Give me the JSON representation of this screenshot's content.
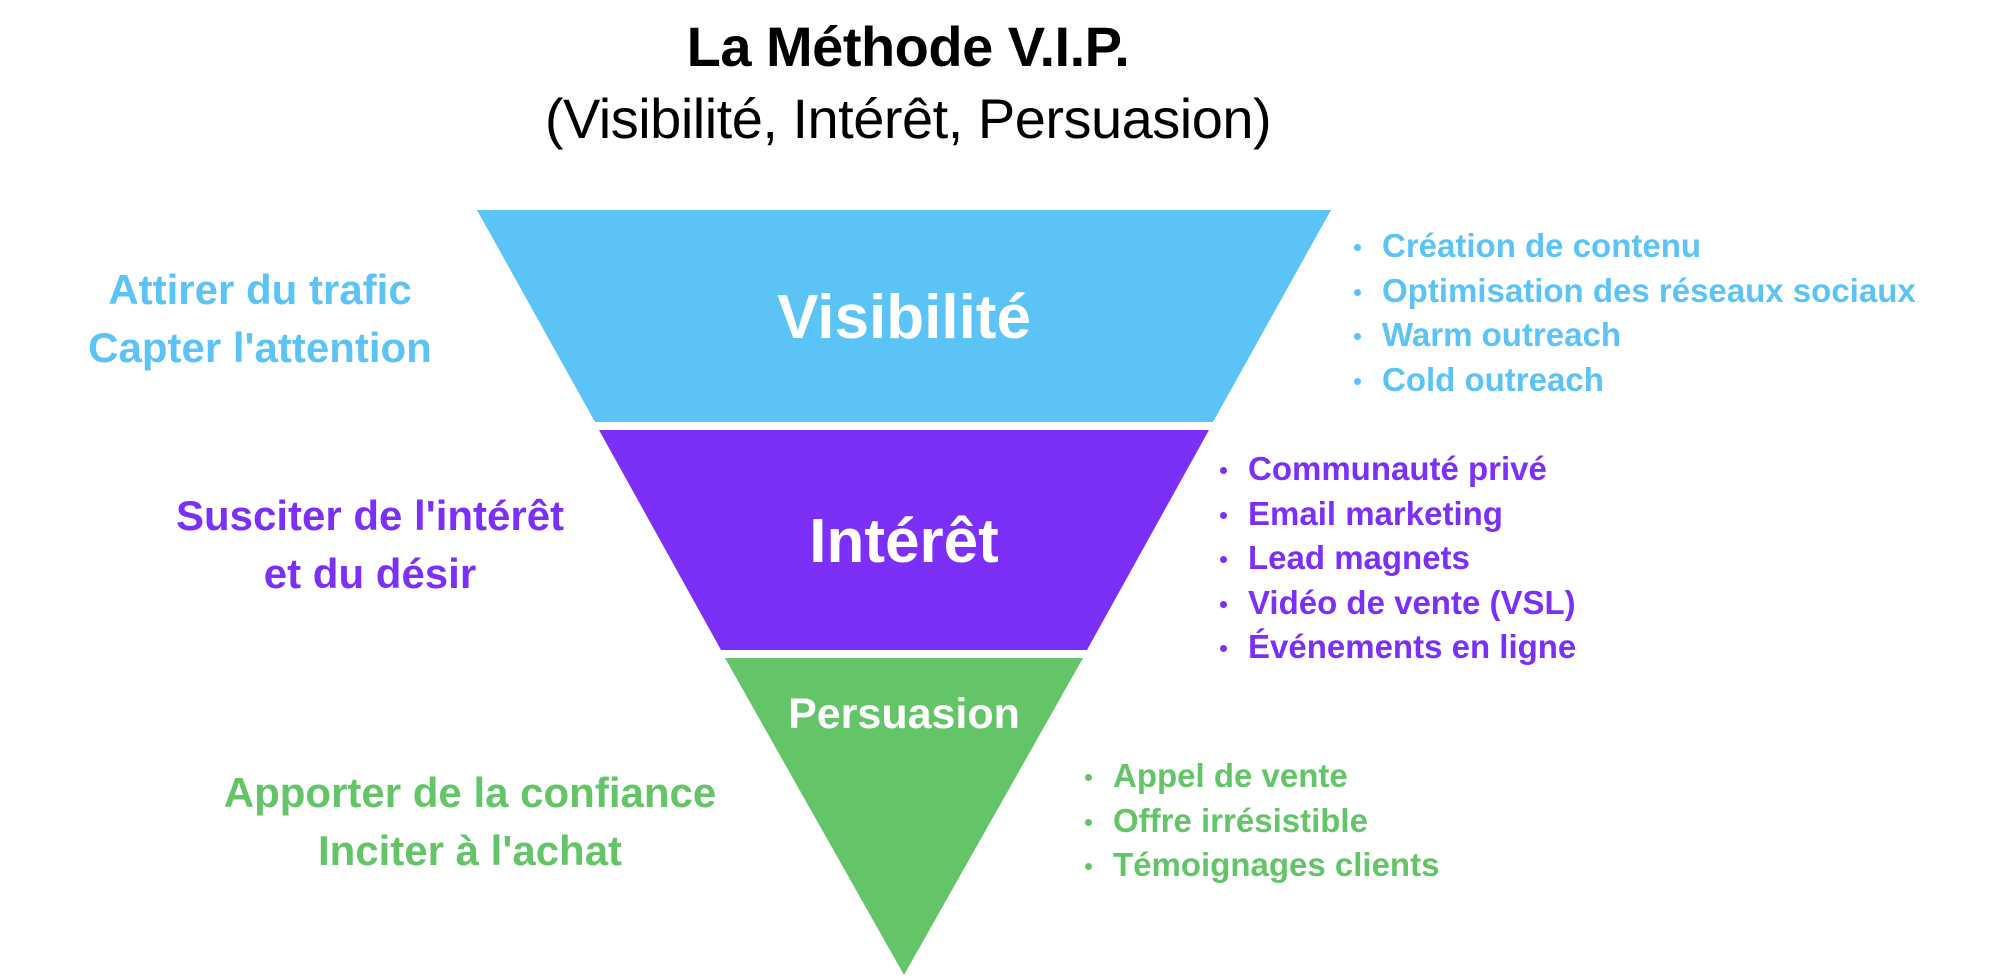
{
  "title": "La Méthode V.I.P.",
  "subtitle": "(Visibilité, Intérêt, Persuasion)",
  "colors": {
    "visibility": "#5BC3F5",
    "interest": "#7B2FF7",
    "persuasion": "#63C567"
  },
  "stages": [
    {
      "label": "Visibilité",
      "goals": [
        "Attirer du trafic",
        "Capter l'attention"
      ],
      "tactics": [
        "Création de contenu",
        "Optimisation des réseaux sociaux",
        "Warm outreach",
        "Cold outreach"
      ]
    },
    {
      "label": "Intérêt",
      "goals": [
        "Susciter de l'intérêt",
        "et du désir"
      ],
      "tactics": [
        "Communauté privé",
        "Email marketing",
        "Lead magnets",
        "Vidéo de vente (VSL)",
        "Événements en ligne"
      ]
    },
    {
      "label": "Persuasion",
      "goals": [
        "Apporter de la confiance",
        "Inciter à l'achat"
      ],
      "tactics": [
        "Appel de vente",
        "Offre irrésistible",
        "Témoignages clients"
      ]
    }
  ]
}
